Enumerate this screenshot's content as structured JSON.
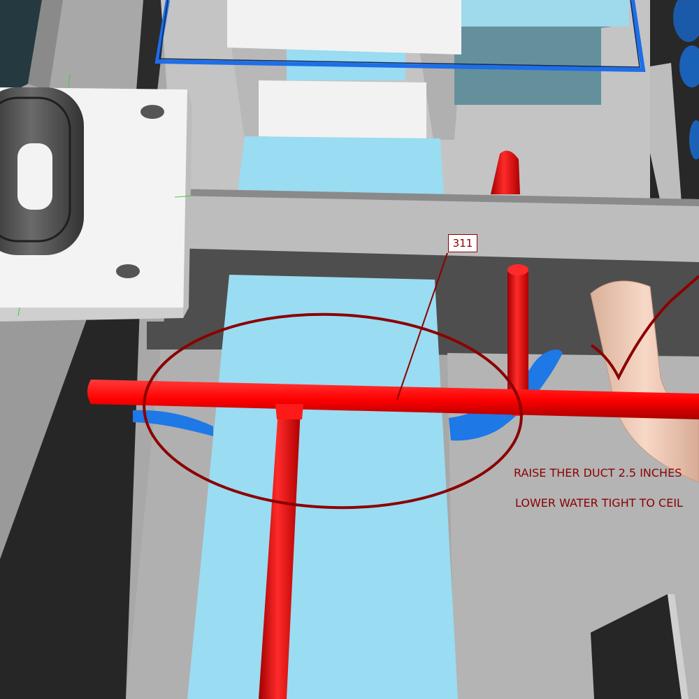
{
  "viewer": {
    "background": "#9e9e9e"
  },
  "colors": {
    "markup": "#8b0000",
    "sprinkler_pipe": "#ff0000",
    "water_pipe": "#1e78e6",
    "duct": "#9adcf2",
    "duct_top": "#f2f2f2",
    "beam": "#bcbcbc",
    "dark_floor": "#2a2a2a",
    "plate": "#f0f0f0",
    "flex_duct": "#f2cdb8",
    "outline_blue": "#1e6ee8"
  },
  "markup": {
    "tag_label": "311",
    "note_line_1": "RAISE THER DUCT 2.5 INCHES",
    "note_line_2": "LOWER WATER TIGHT TO CEIL",
    "shapes": [
      "cloud-ellipse",
      "leader-line",
      "checkmark"
    ]
  },
  "icons": {
    "penetration": "oval-sleeve-icon",
    "bolt_holes": "bolt-hole-icon"
  }
}
